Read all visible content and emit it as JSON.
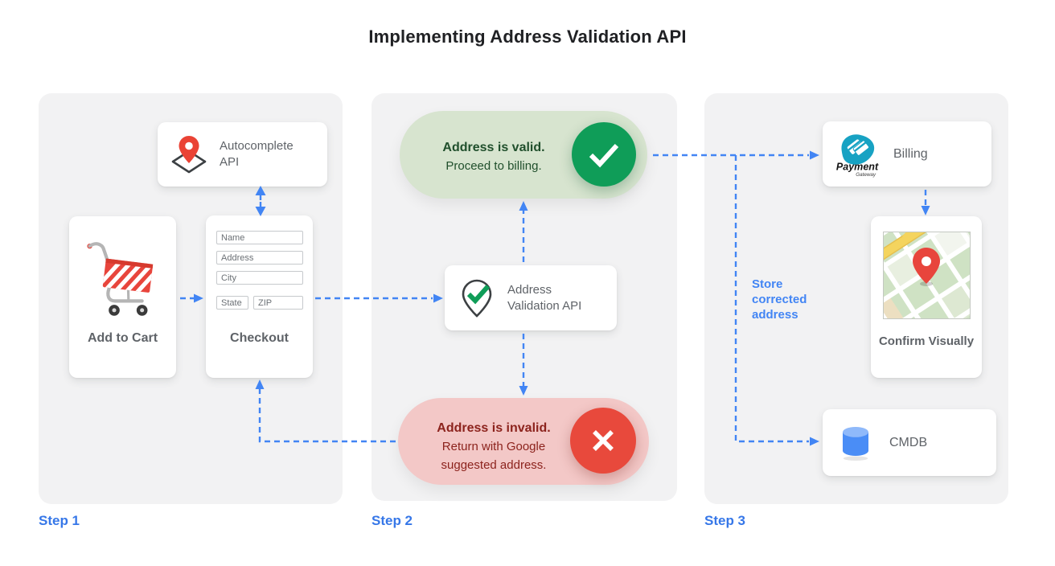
{
  "title": "Implementing Address Validation API",
  "step1": {
    "label": "Step 1",
    "autocomplete_api": {
      "label": "Autocomplete API"
    },
    "add_to_cart": {
      "label": "Add to Cart"
    },
    "checkout": {
      "label": "Checkout",
      "fields": [
        "Name",
        "Address",
        "City",
        "State",
        "ZIP"
      ]
    }
  },
  "step2": {
    "label": "Step 2",
    "valid_result": {
      "title": "Address is valid.",
      "subtitle": "Proceed to billing."
    },
    "validation_api": {
      "label": "Address Validation API"
    },
    "invalid_result": {
      "title": "Address is invalid.",
      "subtitle": "Return with Google suggested address."
    }
  },
  "step3": {
    "label": "Step 3",
    "billing": {
      "label": "Billing",
      "logo_title": "Payment",
      "logo_subtitle": "Gateway"
    },
    "confirm_visually": {
      "label": "Confirm Visually"
    },
    "cmdb": {
      "label": "CMDB"
    },
    "annotation": "Store corrected address"
  },
  "colors": {
    "arrow_blue": "#4285f4",
    "step_label_blue": "#3677e8",
    "success_green": "#0f9d58",
    "success_pill_bg": "#d7e4cf",
    "success_text": "#204f2c",
    "error_red": "#e8493c",
    "error_pill_bg": "#f3c8c7",
    "error_text": "#8c231d",
    "panel_bg": "#f2f2f3",
    "text_gray": "#5f6368"
  }
}
